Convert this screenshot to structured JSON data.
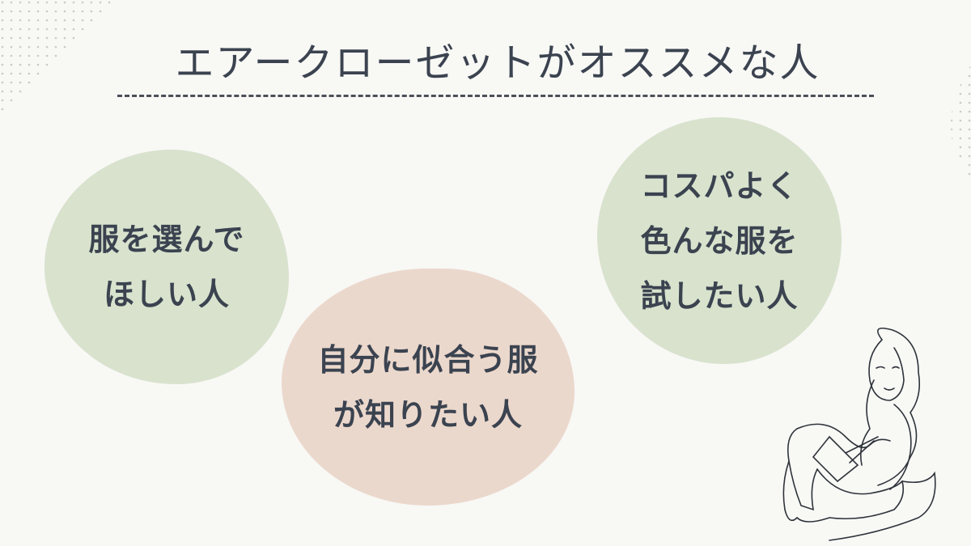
{
  "title": "エアークローゼットがオススメな人",
  "bubbles": [
    {
      "lines": [
        "服を選んで",
        "ほしい人"
      ],
      "color": "#d8e2cd"
    },
    {
      "lines": [
        "自分に似合う服",
        "が知りたい人"
      ],
      "color": "#ebd8cc"
    },
    {
      "lines": [
        "コスパよく",
        "色んな服を",
        "試したい人"
      ],
      "color": "#d8e2cd"
    }
  ]
}
